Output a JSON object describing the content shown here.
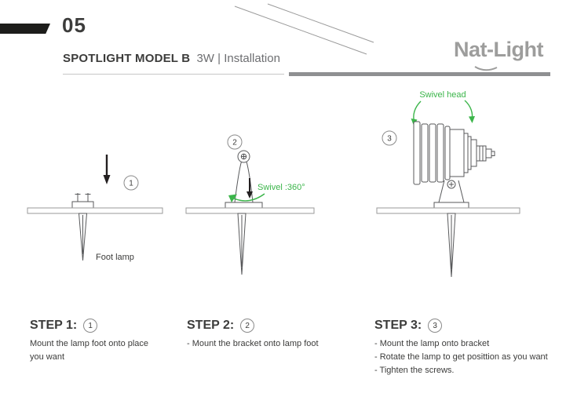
{
  "page": {
    "number": "05"
  },
  "header": {
    "title_main": "SPOTLIGHT MODEL B",
    "title_sub": "3W | Installation",
    "brand": "Nat-Light"
  },
  "diagram": {
    "step1": {
      "badge": "1",
      "foot_label": "Foot lamp"
    },
    "step2": {
      "badge": "2",
      "swivel_label": "Swivel :360°"
    },
    "step3": {
      "badge": "3",
      "swivel_label": "Swivel head"
    }
  },
  "steps": [
    {
      "heading": "STEP 1:",
      "badge": "1",
      "lines": [
        "Mount the lamp foot onto place",
        "you want"
      ]
    },
    {
      "heading": "STEP 2:",
      "badge": "2",
      "lines": [
        "- Mount the bracket onto lamp foot"
      ]
    },
    {
      "heading": "STEP 3:",
      "badge": "3",
      "lines": [
        "- Mount the lamp onto bracket",
        "- Rotate the lamp to get posittion as you want",
        "- Tighten the screws."
      ]
    }
  ],
  "colors": {
    "accent_green": "#3bb54a",
    "logo_gray": "#9d9d9c",
    "ink_dark": "#3c3c3b"
  }
}
